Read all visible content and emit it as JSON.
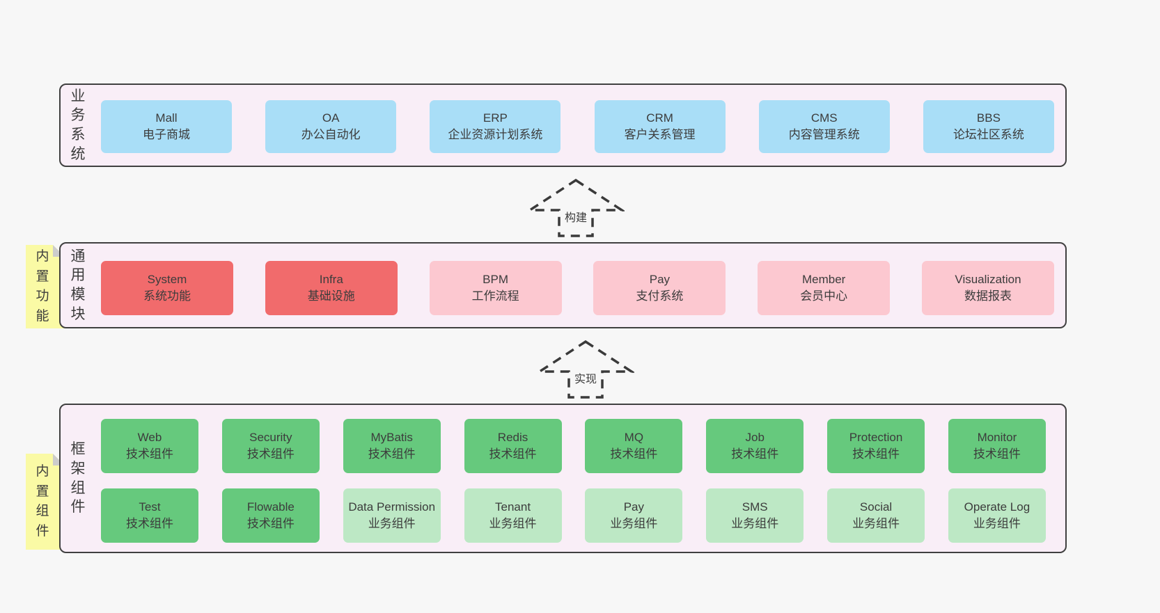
{
  "page": {
    "background": "#f7f7f7"
  },
  "colors": {
    "section_bg": "#f9eef7",
    "section_border": "#404040",
    "box_blue": "#a9def7",
    "box_red": "#f16b6c",
    "box_pink": "#fcc8d0",
    "box_green": "#66c97d",
    "box_light_green": "#bde8c5",
    "note_yellow": "#fafaa5",
    "note_fold_gray": "#cccccc",
    "text": "#3c3c3c"
  },
  "sections": {
    "business": {
      "label": "业务系统",
      "boxes": [
        {
          "en": "Mall",
          "cn": "电子商城"
        },
        {
          "en": "OA",
          "cn": "办公自动化"
        },
        {
          "en": "ERP",
          "cn": "企业资源计划系统"
        },
        {
          "en": "CRM",
          "cn": "客户关系管理"
        },
        {
          "en": "CMS",
          "cn": "内容管理系统"
        },
        {
          "en": "BBS",
          "cn": "论坛社区系统"
        }
      ]
    },
    "modules": {
      "label": "通用模块",
      "note": "内置功能",
      "boxes": [
        {
          "en": "System",
          "cn": "系统功能"
        },
        {
          "en": "Infra",
          "cn": "基础设施"
        },
        {
          "en": "BPM",
          "cn": "工作流程"
        },
        {
          "en": "Pay",
          "cn": "支付系统"
        },
        {
          "en": "Member",
          "cn": "会员中心"
        },
        {
          "en": "Visualization",
          "cn": "数据报表"
        }
      ]
    },
    "framework": {
      "label": "框架组件",
      "note": "内置组件",
      "row1": [
        {
          "en": "Web",
          "cn": "技术组件"
        },
        {
          "en": "Security",
          "cn": "技术组件"
        },
        {
          "en": "MyBatis",
          "cn": "技术组件"
        },
        {
          "en": "Redis",
          "cn": "技术组件"
        },
        {
          "en": "MQ",
          "cn": "技术组件"
        },
        {
          "en": "Job",
          "cn": "技术组件"
        },
        {
          "en": "Protection",
          "cn": "技术组件"
        },
        {
          "en": "Monitor",
          "cn": "技术组件"
        }
      ],
      "row2": [
        {
          "en": "Test",
          "cn": "技术组件"
        },
        {
          "en": "Flowable",
          "cn": "技术组件"
        },
        {
          "en": "Data Permission",
          "cn": "业务组件"
        },
        {
          "en": "Tenant",
          "cn": "业务组件"
        },
        {
          "en": "Pay",
          "cn": "业务组件"
        },
        {
          "en": "SMS",
          "cn": "业务组件"
        },
        {
          "en": "Social",
          "cn": "业务组件"
        },
        {
          "en": "Operate Log",
          "cn": "业务组件"
        }
      ]
    }
  },
  "arrows": {
    "build": {
      "label": "构建"
    },
    "implement": {
      "label": "实现"
    }
  }
}
